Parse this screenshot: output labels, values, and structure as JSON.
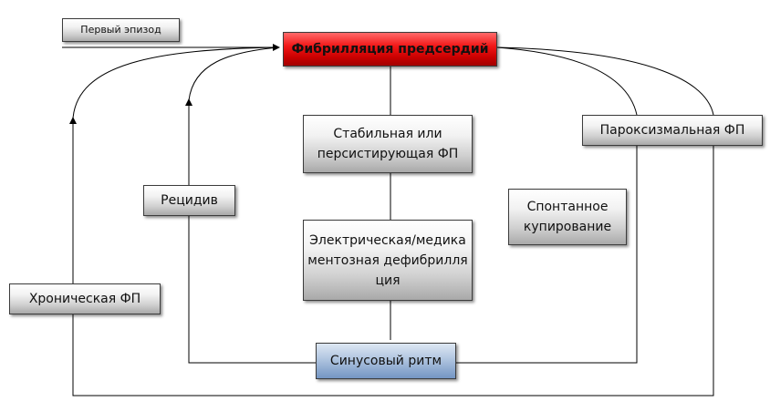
{
  "diagram": {
    "boxes": {
      "first_episode": "Первый эпизод",
      "af": "Фибрилляция предсердий",
      "stable": "Стабильная или персистирующая ФП",
      "paroxysmal": "Пароксизмальная ФП",
      "relapse": "Рецидив",
      "spontaneous": "Спонтанное купирование",
      "cardioversion": "Электрическая/медикаментозная дефибрилляция",
      "chronic": "Хроническая ФП",
      "sinus": "Синусовый ритм"
    },
    "colors": {
      "af_box": "#e01010",
      "sinus_box": "#8eaad0",
      "neutral_box": "#d0d0d0",
      "line": "#000000"
    }
  }
}
